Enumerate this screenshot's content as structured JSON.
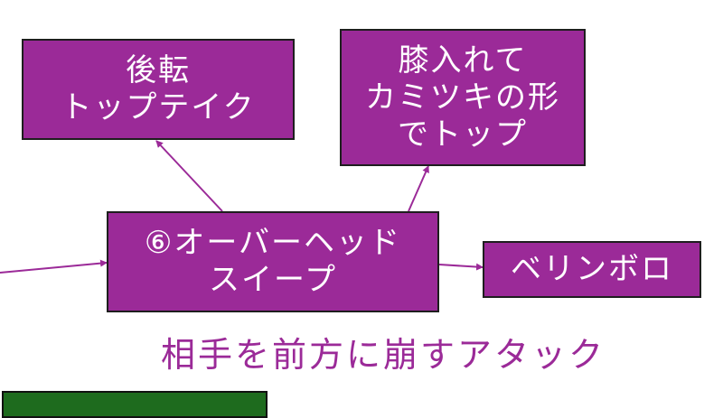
{
  "nodes": {
    "back_roll": {
      "lines": [
        "後転",
        "トップテイク"
      ]
    },
    "knee_in": {
      "lines": [
        "膝入れて",
        "カミツキの形",
        "でトップ"
      ]
    },
    "overhead_sweep": {
      "lines": [
        "⑥オーバーヘッド",
        "スイープ"
      ]
    },
    "berimbolo": {
      "lines": [
        "ベリンボロ"
      ]
    }
  },
  "caption": "相手を前方に崩すアタック",
  "colors": {
    "node_fill": "#9b2a98",
    "node_border": "#1e1e1e",
    "node_text": "#ffffff",
    "arrow": "#9b2a98",
    "caption": "#9b2a98",
    "bottom_box": "#1e6b1e"
  }
}
